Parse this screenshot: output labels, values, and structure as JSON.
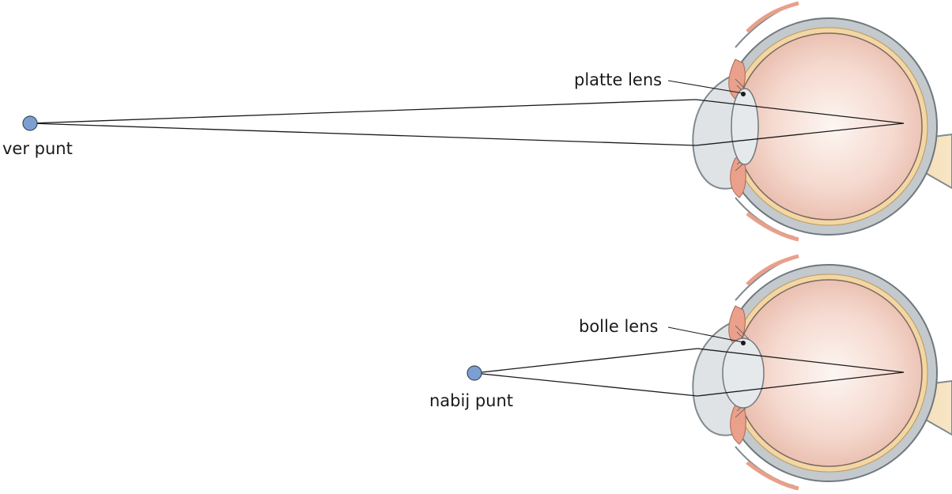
{
  "diagram": {
    "top_panel": {
      "point_label": "ver punt",
      "lens_label": "platte lens"
    },
    "bottom_panel": {
      "point_label": "nabij punt",
      "lens_label": "bolle lens"
    }
  },
  "colors": {
    "object_point": "#7c9fd1",
    "sclera_outline": "#7f8a90",
    "sclera_fill": "#c3c9cc",
    "choroid": "#f3d6a3",
    "retina": "#c98a6e",
    "vitreous_center": "#fdf6f2",
    "vitreous_edge": "#e8b9a8",
    "cornea": "#dfe3e5",
    "lens": "#e6e9eb",
    "iris": "#eaa08a",
    "optic_nerve": "#f2d6a8",
    "ray": "#1a1a1a"
  }
}
